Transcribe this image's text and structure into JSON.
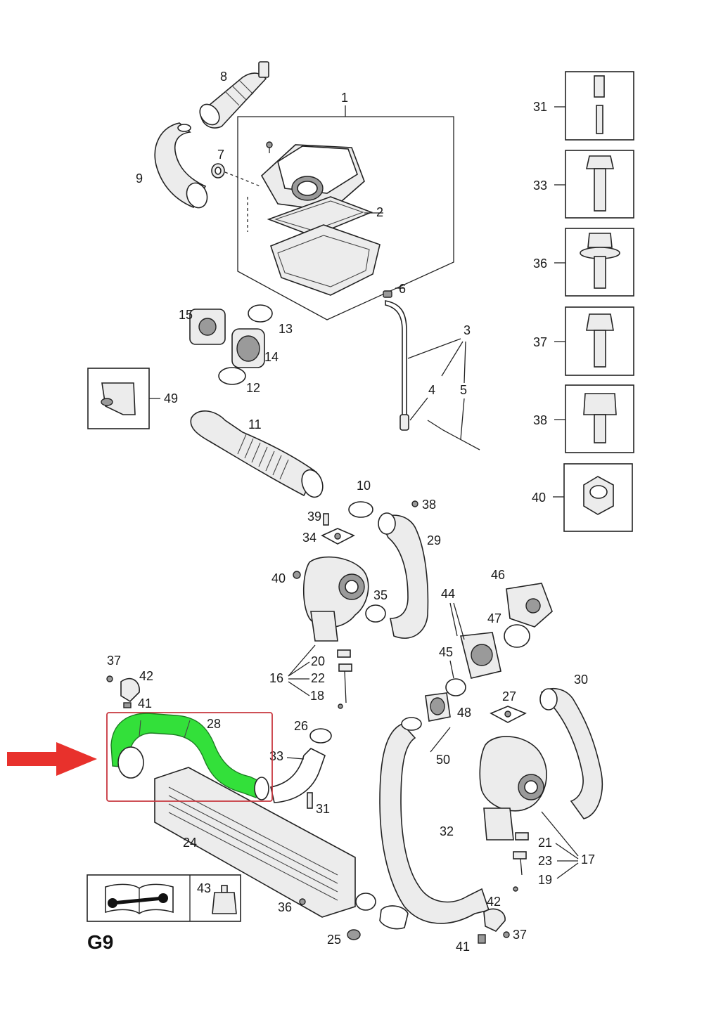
{
  "diagram": {
    "section_code": "G9",
    "highlight_color": "#33e03a",
    "highlight_frame_color": "#c8373f",
    "arrow_color": "#e8312c",
    "callouts": {
      "p1": "1",
      "p2": "2",
      "p3": "3",
      "p4": "4",
      "p5": "5",
      "p6": "6",
      "p7": "7",
      "p8": "8",
      "p9": "9",
      "p10": "10",
      "p11": "11",
      "p12": "12",
      "p13": "13",
      "p14": "14",
      "p15": "15",
      "p16": "16",
      "p17": "17",
      "p18": "18",
      "p19": "19",
      "p20": "20",
      "p21": "21",
      "p22": "22",
      "p23": "23",
      "p24": "24",
      "p25": "25",
      "p26": "26",
      "p27": "27",
      "p28": "28",
      "p29": "29",
      "p30": "30",
      "p31a": "31",
      "p31b": "31",
      "p32": "32",
      "p33a": "33",
      "p33b": "33",
      "p34": "34",
      "p35": "35",
      "p36a": "36",
      "p36b": "36",
      "p37a": "37",
      "p37b": "37",
      "p37c": "37",
      "p38a": "38",
      "p38b": "38",
      "p39": "39",
      "p40a": "40",
      "p40b": "40",
      "p41a": "41",
      "p41b": "41",
      "p42a": "42",
      "p42b": "42",
      "p43": "43",
      "p44": "44",
      "p45": "45",
      "p46": "46",
      "p47": "47",
      "p48": "48",
      "p49": "49",
      "p50": "50"
    },
    "fastener_legend": [
      "31",
      "33",
      "36",
      "37",
      "38",
      "40"
    ],
    "icons": [
      "manual-book-icon",
      "wrench-icon",
      "sealant-bottle-icon",
      "red-arrow-icon"
    ]
  }
}
